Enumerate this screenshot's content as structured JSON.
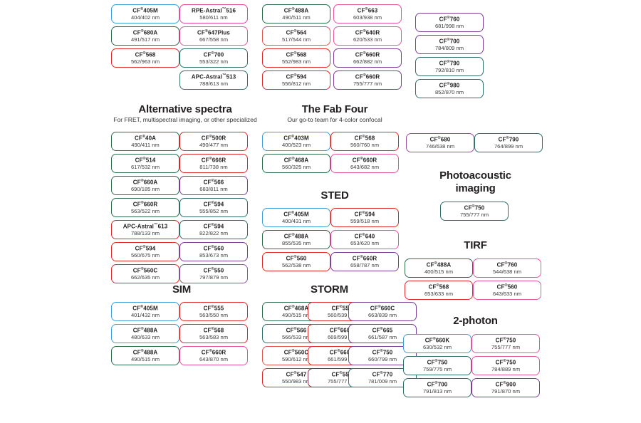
{
  "page": {
    "title": "Fluorescent dye selection chart",
    "colors": {
      "blue": "#3f9fd8",
      "green": "#2f6b4f",
      "darkgreen": "#1f5e4a",
      "teal": "#2f6f6b",
      "red": "#e02b2b",
      "salmon": "#e2564f",
      "magenta": "#e5479b",
      "pink": "#e8559f",
      "purple": "#7b3f96",
      "violet": "#8a57a8",
      "plum": "#9b4f9b",
      "maroon": "#7d2b4a",
      "text": "#231f20"
    }
  },
  "sections": [
    {
      "id": "top-group-1",
      "title": "",
      "subtitle": "",
      "columns": [
        {
          "id": "top1-col1",
          "chips": [
            {
              "name": "CF",
              "sup": "®",
              "suffix": "405M",
              "wavelength": "404/402 nm",
              "color": "#3f9fd8"
            },
            {
              "name": "CF",
              "sup": "®",
              "suffix": "680A",
              "wavelength": "491/517 nm",
              "color": "#2f6b4f"
            },
            {
              "name": "CF",
              "sup": "®",
              "suffix": "568",
              "wavelength": "562/963 nm",
              "color": "#e02b2b"
            }
          ]
        },
        {
          "id": "top1-col2",
          "chips": [
            {
              "name": "RPE-Astral",
              "sup": "™",
              "suffix": "516",
              "wavelength": "580/611 nm",
              "color": "#e5479b"
            },
            {
              "name": "CF",
              "sup": "®",
              "suffix": "647Plus",
              "wavelength": "667/558 nm",
              "color": "#e8559f"
            },
            {
              "name": "CF",
              "sup": "®",
              "suffix": "700",
              "wavelength": "553/322 nm",
              "color": "#2f6f6b"
            },
            {
              "name": "APC-Astral",
              "sup": "™",
              "suffix": "513",
              "wavelength": "788/613 nm",
              "color": "#2f6f6b"
            }
          ]
        }
      ]
    },
    {
      "id": "top-group-2",
      "columns": [
        {
          "id": "top2-col1",
          "chips": [
            {
              "name": "CF",
              "sup": "®",
              "suffix": "488A",
              "wavelength": "490/511 nm",
              "color": "#2f6b4f"
            },
            {
              "name": "CF",
              "sup": "®",
              "suffix": "564",
              "wavelength": "517/544 nm",
              "color": "#e2564f"
            },
            {
              "name": "CF",
              "sup": "®",
              "suffix": "568",
              "wavelength": "552/983 nm",
              "color": "#e02b2b"
            },
            {
              "name": "CF",
              "sup": "®",
              "suffix": "594",
              "wavelength": "556/812 nm",
              "color": "#e02b2b"
            }
          ]
        },
        {
          "id": "top2-col2",
          "chips": [
            {
              "name": "CF",
              "sup": "®",
              "suffix": "663",
              "wavelength": "603/938 nm",
              "color": "#e8559f"
            },
            {
              "name": "CF",
              "sup": "®",
              "suffix": "640R",
              "wavelength": "620/533 nm",
              "color": "#e8559f"
            },
            {
              "name": "CF",
              "sup": "®",
              "suffix": "660R",
              "wavelength": "662/882 nm",
              "color": "#7b3f96"
            },
            {
              "name": "CF",
              "sup": "®",
              "suffix": "660R",
              "wavelength": "755/777 nm",
              "color": "#7b3f96"
            }
          ]
        }
      ]
    },
    {
      "id": "top-group-3",
      "columns": [
        {
          "id": "top3-col1",
          "chips": [
            {
              "name": "CF",
              "sup": "®",
              "suffix": "760",
              "wavelength": "681/998 nm",
              "color": "#7b3f96"
            },
            {
              "name": "CF",
              "sup": "®",
              "suffix": "700",
              "wavelength": "784/809 nm",
              "color": "#7b3f96"
            },
            {
              "name": "CF",
              "sup": "®",
              "suffix": "790",
              "wavelength": "792/810 nm",
              "color": "#2f6f6b"
            },
            {
              "name": "CF",
              "sup": "®",
              "suffix": "980",
              "wavelength": "852/870 nm",
              "color": "#2f6f6b"
            }
          ]
        }
      ]
    },
    {
      "id": "alternative-spectra",
      "title": "Alternative spectra",
      "subtitle": "For FRET, multispectral imaging, or other specialized",
      "columns": [
        {
          "id": "alt-col1",
          "chips": [
            {
              "name": "CF",
              "sup": "®",
              "suffix": "40A",
              "wavelength": "490/411 nm",
              "color": "#2f6b4f"
            },
            {
              "name": "CF",
              "sup": "®",
              "suffix": "514",
              "wavelength": "617/532 nm",
              "color": "#2f6b4f"
            },
            {
              "name": "CF",
              "sup": "®",
              "suffix": "660A",
              "wavelength": "690/185 nm",
              "color": "#2f6b4f"
            },
            {
              "name": "CF",
              "sup": "®",
              "suffix": "660R",
              "wavelength": "563/522 nm",
              "color": "#2f6b4f"
            },
            {
              "name": "APC-Astral",
              "sup": "™",
              "suffix": "613",
              "wavelength": "788/133 nm",
              "color": "#e02b2b"
            },
            {
              "name": "CF",
              "sup": "®",
              "suffix": "594",
              "wavelength": "560/675 nm",
              "color": "#e02b2b"
            },
            {
              "name": "CF",
              "sup": "®",
              "suffix": "560C",
              "wavelength": "662/635 nm",
              "color": "#e02b2b"
            }
          ]
        },
        {
          "id": "alt-col2",
          "chips": [
            {
              "name": "CF",
              "sup": "®",
              "suffix": "500R",
              "wavelength": "490/477 nm",
              "color": "#e02b2b"
            },
            {
              "name": "CF",
              "sup": "®",
              "suffix": "666R",
              "wavelength": "811/738 nm",
              "color": "#e02b2b"
            },
            {
              "name": "CF",
              "sup": "®",
              "suffix": "566",
              "wavelength": "683/811 nm",
              "color": "#7b3f96"
            },
            {
              "name": "CF",
              "sup": "®",
              "suffix": "594",
              "wavelength": "555/852 nm",
              "color": "#2f6f6b"
            },
            {
              "name": "CF",
              "sup": "®",
              "suffix": "594",
              "wavelength": "822/822 nm",
              "color": "#2f6f6b"
            },
            {
              "name": "CF",
              "sup": "®",
              "suffix": "560",
              "wavelength": "853/673 nm",
              "color": "#7b3f96"
            },
            {
              "name": "CF",
              "sup": "®",
              "suffix": "550",
              "wavelength": "797/879 nm",
              "color": "#8a57a8"
            }
          ]
        }
      ]
    },
    {
      "id": "fab-four",
      "title": "The Fab Four",
      "subtitle": "Our go-to team for 4-color confocal",
      "columns": [
        {
          "id": "fab-col1",
          "chips": [
            {
              "name": "CF",
              "sup": "®",
              "suffix": "403M",
              "wavelength": "400/523 nm",
              "color": "#3f9fd8"
            },
            {
              "name": "CF",
              "sup": "®",
              "suffix": "468A",
              "wavelength": "560/325 nm",
              "color": "#2f6b4f"
            }
          ]
        },
        {
          "id": "fab-col2",
          "chips": [
            {
              "name": "CF",
              "sup": "®",
              "suffix": "568",
              "wavelength": "560/760 nm",
              "color": "#e02b2b"
            },
            {
              "name": "CF",
              "sup": "®",
              "suffix": "660R",
              "wavelength": "643/682 nm",
              "color": "#e8559f"
            }
          ]
        }
      ]
    },
    {
      "id": "sted",
      "title": "STED",
      "subtitle": "",
      "columns": [
        {
          "id": "sted-col1",
          "chips": [
            {
              "name": "CF",
              "sup": "®",
              "suffix": "405M",
              "wavelength": "400/431 nm",
              "color": "#3f9fd8"
            },
            {
              "name": "CF",
              "sup": "®",
              "suffix": "488A",
              "wavelength": "855/535 nm",
              "color": "#2f6b4f"
            },
            {
              "name": "CF",
              "sup": "®",
              "suffix": "560",
              "wavelength": "562/538 nm",
              "color": "#e02b2b"
            }
          ]
        },
        {
          "id": "sted-col2",
          "chips": [
            {
              "name": "CF",
              "sup": "®",
              "suffix": "594",
              "wavelength": "559/518 nm",
              "color": "#e02b2b"
            },
            {
              "name": "CF",
              "sup": "®",
              "suffix": "640",
              "wavelength": "653/620 nm",
              "color": "#e8559f"
            },
            {
              "name": "CF",
              "sup": "®",
              "suffix": "660R",
              "wavelength": "658/787 nm",
              "color": "#7b3f96"
            }
          ]
        }
      ]
    },
    {
      "id": "sim",
      "title": "SIM",
      "subtitle": "",
      "columns": [
        {
          "id": "sim-col1",
          "chips": [
            {
              "name": "CF",
              "sup": "®",
              "suffix": "405M",
              "wavelength": "401/432 nm",
              "color": "#3f9fd8"
            },
            {
              "name": "CF",
              "sup": "®",
              "suffix": "488A",
              "wavelength": "480/633 nm",
              "color": "#3f9fd8"
            },
            {
              "name": "CF",
              "sup": "®",
              "suffix": "488A",
              "wavelength": "490/515 nm",
              "color": "#2f6b4f"
            }
          ]
        },
        {
          "id": "sim-col2",
          "chips": [
            {
              "name": "CF",
              "sup": "®",
              "suffix": "555",
              "wavelength": "563/550 nm",
              "color": "#e02b2b"
            },
            {
              "name": "CF",
              "sup": "®",
              "suffix": "568",
              "wavelength": "563/583 nm",
              "color": "#e02b2b"
            },
            {
              "name": "CF",
              "sup": "®",
              "suffix": "660R",
              "wavelength": "643/870 nm",
              "color": "#e8559f"
            }
          ]
        }
      ]
    },
    {
      "id": "storm",
      "title": "STORM",
      "subtitle": "",
      "columns": [
        {
          "id": "storm-col1",
          "chips": [
            {
              "name": "CF",
              "sup": "®",
              "suffix": "468A",
              "wavelength": "490/515 nm",
              "color": "#2f6b4f"
            },
            {
              "name": "CF",
              "sup": "®",
              "suffix": "566",
              "wavelength": "566/533 nm",
              "color": "#2f6f6b"
            },
            {
              "name": "CF",
              "sup": "®",
              "suffix": "560C",
              "wavelength": "590/612 nm",
              "color": "#e2564f"
            },
            {
              "name": "CF",
              "sup": "®",
              "suffix": "547",
              "wavelength": "550/983 nm",
              "color": "#e02b2b"
            }
          ]
        },
        {
          "id": "storm-col2",
          "chips": [
            {
              "name": "CF",
              "sup": "®",
              "suffix": "555",
              "wavelength": "560/539 nm",
              "color": "#e02b2b"
            },
            {
              "name": "CF",
              "sup": "®",
              "suffix": "660R",
              "wavelength": "669/599 nm",
              "color": "#e02b2b"
            },
            {
              "name": "CF",
              "sup": "®",
              "suffix": "660R",
              "wavelength": "661/599 nm",
              "color": "#e02b2b"
            },
            {
              "name": "CF",
              "sup": "®",
              "suffix": "550",
              "wavelength": "755/777 nm",
              "color": "#7d2b4a"
            }
          ]
        },
        {
          "id": "storm-col3",
          "chips": [
            {
              "name": "CF",
              "sup": "®",
              "suffix": "660C",
              "wavelength": "663/839 nm",
              "color": "#7b3f96"
            },
            {
              "name": "CF",
              "sup": "®",
              "suffix": "665",
              "wavelength": "661/587 nm",
              "color": "#7b3f96"
            },
            {
              "name": "CF",
              "sup": "®",
              "suffix": "750",
              "wavelength": "660/799 nm",
              "color": "#7b3f96"
            },
            {
              "name": "CF",
              "sup": "®",
              "suffix": "770",
              "wavelength": "781/009 nm",
              "color": "#2f6f6b"
            }
          ]
        }
      ]
    },
    {
      "id": "right-top-pair",
      "columns": [
        {
          "id": "rtp-col1",
          "chips": [
            {
              "name": "CF",
              "sup": "®",
              "suffix": "680",
              "wavelength": "746/638 nm",
              "color": "#9b4f9b"
            }
          ]
        },
        {
          "id": "rtp-col2",
          "chips": [
            {
              "name": "CF",
              "sup": "®",
              "suffix": "790",
              "wavelength": "764/899 nm",
              "color": "#2f6f6b"
            }
          ]
        }
      ]
    },
    {
      "id": "photoacoustic",
      "title": "Photoacoustic imaging",
      "subtitle": "",
      "columns": [
        {
          "id": "pa-col1",
          "chips": [
            {
              "name": "CF",
              "sup": "®",
              "suffix": "750",
              "wavelength": "755/777 nm",
              "color": "#2f6f6b"
            }
          ]
        }
      ]
    },
    {
      "id": "tirf",
      "title": "TIRF",
      "subtitle": "",
      "columns": [
        {
          "id": "tirf-col1",
          "chips": [
            {
              "name": "CF",
              "sup": "®",
              "suffix": "488A",
              "wavelength": "400/515 nm",
              "color": "#2f6b4f"
            },
            {
              "name": "CF",
              "sup": "®",
              "suffix": "568",
              "wavelength": "653/633 nm",
              "color": "#e02b2b"
            }
          ]
        },
        {
          "id": "tirf-col2",
          "chips": [
            {
              "name": "CF",
              "sup": "®",
              "suffix": "760",
              "wavelength": "544/638 nm",
              "color": "#e8559f"
            },
            {
              "name": "CF",
              "sup": "®",
              "suffix": "560",
              "wavelength": "643/633 nm",
              "color": "#e8559f"
            }
          ]
        }
      ]
    },
    {
      "id": "two-photon",
      "title": "2-photon",
      "subtitle": "",
      "columns": [
        {
          "id": "2p-col1",
          "chips": [
            {
              "name": "CF",
              "sup": "®",
              "suffix": "660K",
              "wavelength": "630/532 nm",
              "color": "#3f9fd8"
            },
            {
              "name": "CF",
              "sup": "®",
              "suffix": "750",
              "wavelength": "759/775 nm",
              "color": "#2f6f6b"
            },
            {
              "name": "CF",
              "sup": "®",
              "suffix": "700",
              "wavelength": "791/813 nm",
              "color": "#2f6f6b"
            }
          ]
        },
        {
          "id": "2p-col2",
          "chips": [
            {
              "name": "CF",
              "sup": "®",
              "suffix": "750",
              "wavelength": "755/777 nm",
              "color": "#e8559f"
            },
            {
              "name": "CF",
              "sup": "®",
              "suffix": "750",
              "wavelength": "784/889 nm",
              "color": "#e8559f"
            },
            {
              "name": "CF",
              "sup": "®",
              "suffix": "900",
              "wavelength": "791/870 nm",
              "color": "#7b3f96"
            }
          ]
        }
      ]
    }
  ],
  "headings": {
    "alternative_spectra": {
      "title": "Alternative spectra",
      "subtitle": "For FRET, multispectral imaging, or other specialized"
    },
    "fab_four": {
      "title": "The Fab Four",
      "subtitle": "Our go-to team for 4-color confocal"
    },
    "sted": {
      "title": "STED"
    },
    "sim": {
      "title": "SIM"
    },
    "storm": {
      "title": "STORM"
    },
    "photoacoustic": {
      "title": "Photoacoustic imaging"
    },
    "tirf": {
      "title": "TIRF"
    },
    "two_photon": {
      "title": "2-photon"
    }
  }
}
